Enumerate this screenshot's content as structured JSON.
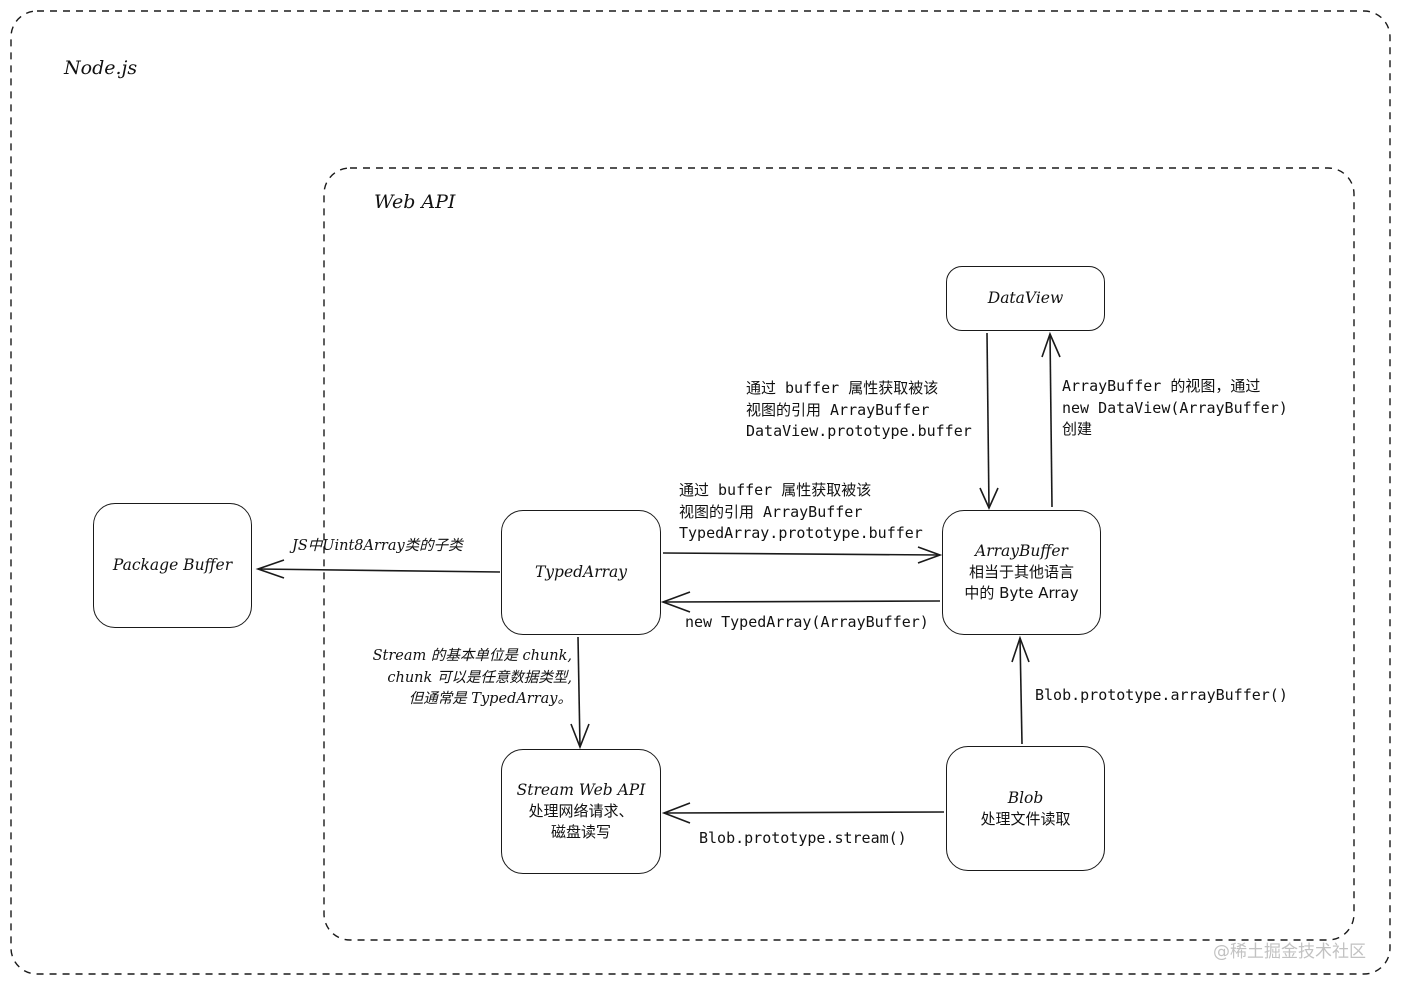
{
  "frames": {
    "nodejs": {
      "title": "Node.js"
    },
    "webapi": {
      "title": "Web API"
    }
  },
  "nodes": {
    "package_buffer": {
      "lines": [
        "Package Buffer"
      ]
    },
    "typed_array": {
      "lines": [
        "TypedArray"
      ]
    },
    "array_buffer": {
      "lines": [
        "ArrayBuffer",
        "相当于其他语言",
        "中的 Byte Array"
      ]
    },
    "dataview": {
      "lines": [
        "DataView"
      ]
    },
    "stream_web_api": {
      "lines": [
        "Stream Web API",
        "处理网络请求、",
        "磁盘读写"
      ]
    },
    "blob": {
      "lines": [
        "Blob",
        "处理文件读取"
      ]
    }
  },
  "edge_labels": {
    "dataview_buffer": [
      "通过 buffer 属性获取被该",
      "视图的引用 ArrayBuffer",
      "DataView.prototype.buffer"
    ],
    "new_dataview": [
      "ArrayBuffer 的视图，通过",
      "new DataView(ArrayBuffer)",
      "创建"
    ],
    "typedarray_buffer": [
      "通过 buffer 属性获取被该",
      "视图的引用 ArrayBuffer",
      "TypedArray.prototype.buffer"
    ],
    "new_typedarray": [
      "new TypedArray(ArrayBuffer)"
    ],
    "uint8_subclass": [
      "JS中Uint8Array类的子类"
    ],
    "stream_chunk": [
      "Stream 的基本单位是 chunk,",
      "chunk 可以是任意数据类型,",
      "但通常是 TypedArray。"
    ],
    "blob_arraybuffer": [
      "Blob.prototype.arrayBuffer()"
    ],
    "blob_stream": [
      "Blob.prototype.stream()"
    ]
  },
  "watermark": "@稀土掘金技术社区",
  "colors": {
    "stroke": "#1a1a1a",
    "text": "#111111",
    "watermark": "#c2c2c2",
    "background": "#ffffff"
  }
}
